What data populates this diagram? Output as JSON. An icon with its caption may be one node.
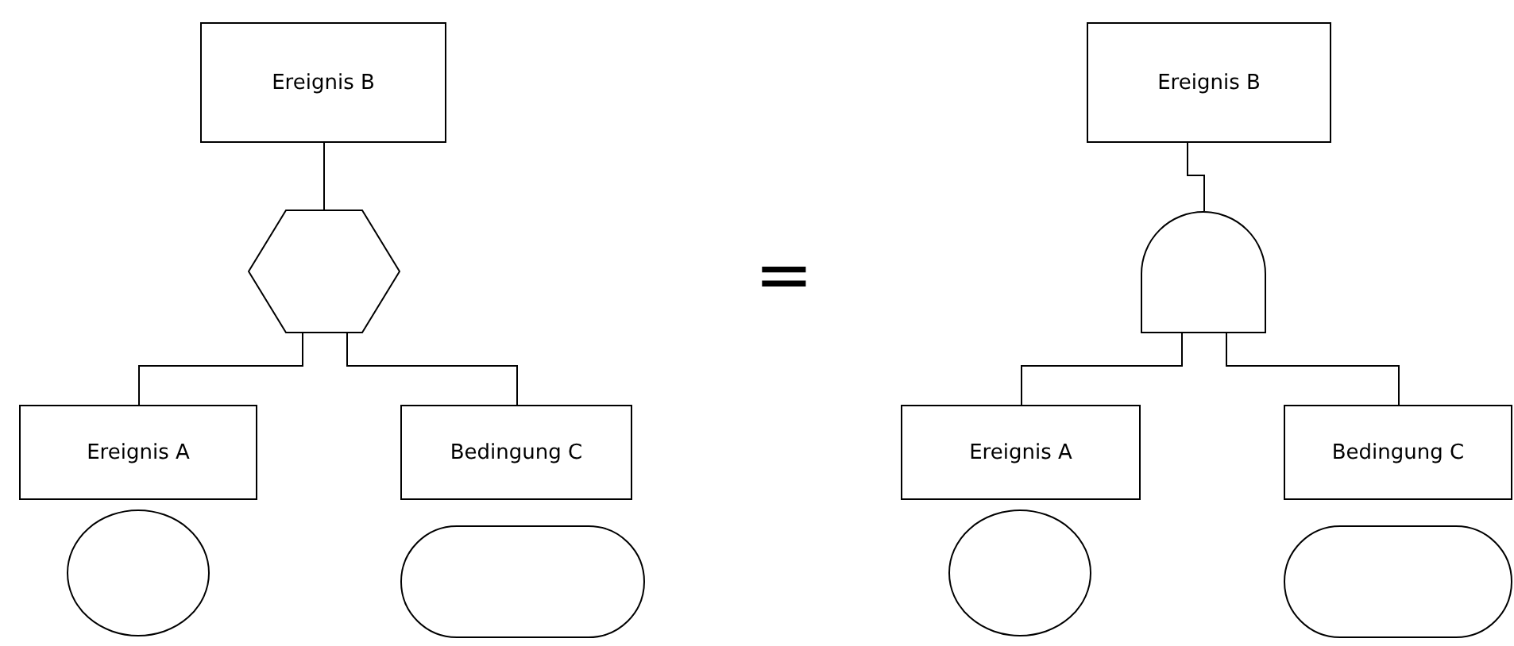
{
  "diagram": {
    "nodes": [
      {
        "text": [
          "Ereignis B"
        ]
      },
      {
        "text": [],
        "shape": "hexagon"
      },
      {
        "text": [
          "Ereignis A"
        ]
      },
      {
        "text": [
          "Bedingung C"
        ]
      },
      {
        "text": [],
        "shape": "circle"
      },
      {
        "text": [],
        "shape": "oval"
      },
      {
        "text": [
          "Ereignis B"
        ]
      },
      {
        "text": [],
        "shape": "gate"
      },
      {
        "text": [
          "Ereignis A"
        ]
      },
      {
        "text": [
          "Bedingung C"
        ]
      },
      {
        "text": [],
        "shape": "circle"
      },
      {
        "text": [],
        "shape": "oval"
      }
    ],
    "edges": [
      {
        "from": 0,
        "to": 1,
        "arrow": "none"
      },
      {
        "from": 1,
        "to": 2,
        "arrow": "none"
      },
      {
        "from": 1,
        "to": 3,
        "arrow": "none"
      },
      {
        "from": 6,
        "to": 7,
        "arrow": "none"
      },
      {
        "from": 7,
        "to": 8,
        "arrow": "none"
      },
      {
        "from": 7,
        "to": 9,
        "arrow": "none"
      }
    ],
    "labels": [
      "="
    ]
  }
}
